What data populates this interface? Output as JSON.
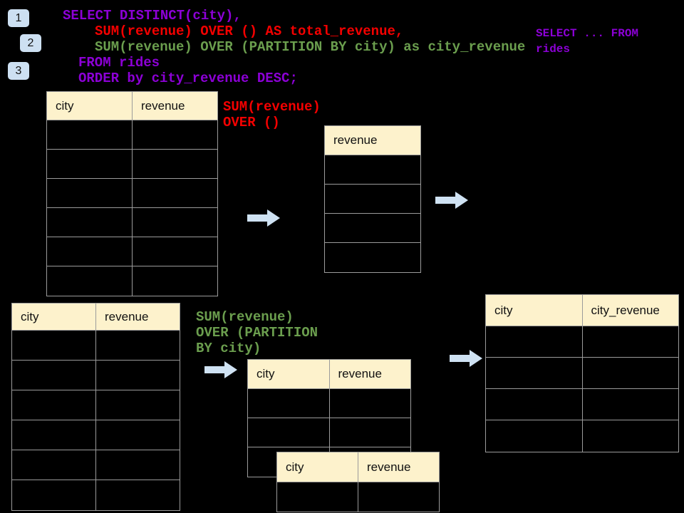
{
  "colors": {
    "background": "#000000",
    "sql_purple": "#8C00D6",
    "sql_red": "#F40000",
    "sql_green": "#6B9E4E",
    "table_header_bg": "#FDF2CC",
    "table_border": "#9B9B9B",
    "step_badge_bg": "#CDE0F2",
    "arrow_fill": "#CFE2F3"
  },
  "step_badges": [
    "1",
    "2",
    "3"
  ],
  "sql": {
    "line1": "SELECT DISTINCT(city),",
    "line2": "SUM(revenue) OVER () AS total_revenue,",
    "line3": "SUM(revenue) OVER (PARTITION BY city) as city_revenue",
    "line4": "FROM rides",
    "line5": "ORDER by city_revenue DESC;"
  },
  "corner_snippet": {
    "line1": "SELECT ... FROM",
    "line2": "rides"
  },
  "annotations": {
    "total_label": {
      "line1": "SUM(revenue)",
      "line2": "OVER ()"
    },
    "partition_label": {
      "line1": "SUM(revenue)",
      "line2": "OVER (PARTITION",
      "line3": "BY city)"
    }
  },
  "tables": {
    "source_top": {
      "headers": [
        "city",
        "revenue"
      ],
      "empty_rows": 6
    },
    "total_result": {
      "headers": [
        "revenue"
      ],
      "empty_rows": 4
    },
    "source_bottom": {
      "headers": [
        "city",
        "revenue"
      ],
      "empty_rows": 6
    },
    "partition_mid": {
      "headers": [
        "city",
        "revenue"
      ],
      "empty_rows": 3
    },
    "partition_overlay": {
      "headers": [
        "city",
        "revenue"
      ],
      "empty_rows": 1
    },
    "city_revenue_result": {
      "headers": [
        "city",
        "city_revenue"
      ],
      "empty_rows": 4
    }
  }
}
